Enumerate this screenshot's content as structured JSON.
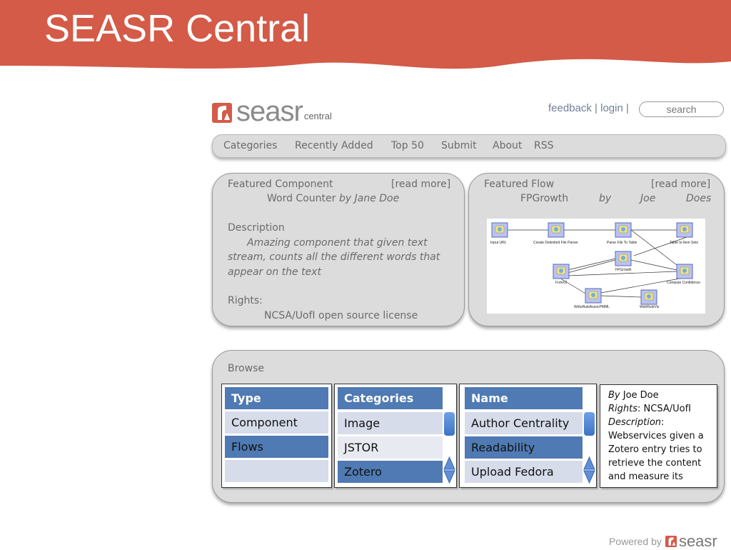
{
  "slide": {
    "title": "SEASR Central"
  },
  "brand": {
    "colors": {
      "banner": "#d35b48",
      "accent": "#4f7ab3",
      "panel": "#dcdcdc"
    },
    "wordmark": "seasr",
    "subtitle": "central"
  },
  "toplinks": {
    "feedback": "feedback",
    "sep1": " | ",
    "login": "login",
    "sep2": " |"
  },
  "search": {
    "placeholder": "search"
  },
  "nav": {
    "categories": "Categories",
    "recent": "Recently Added",
    "top50": "Top 50",
    "submit": "Submit",
    "about": "About",
    "rss": "RSS"
  },
  "featured_component": {
    "heading": "Featured Component",
    "read_more": "[read more]",
    "name": "Word Counter",
    "by": "by Jane Doe",
    "description_label": "Description",
    "description": [
      "Amazing component that given text",
      "stream, counts all the different words that",
      "appear on the text"
    ],
    "rights_label": "Rights:",
    "rights": "NCSA/UofI open source license"
  },
  "featured_flow": {
    "heading": "Featured Flow",
    "read_more": "[read more]",
    "name": "FPGrowth",
    "by_word": "by",
    "author_first": "Joe",
    "author_last": "Does",
    "nodes": {
      "input_url": "Input URL",
      "create_parser": "Create Delimited File Parser",
      "parse_table": "Parse File To Table",
      "table_sets": "Table to Item Sets",
      "fpgrowth": "FPGrowth",
      "forkx2": "ForkX2",
      "confidence": "Compute Confidence",
      "write_rule": "WriteRuleAssocPMML",
      "webrule": "WebRuleVis"
    }
  },
  "browse": {
    "label": "Browse",
    "type": {
      "header": "Type",
      "items": [
        "Component",
        "Flows",
        ""
      ],
      "selected": 1
    },
    "categories": {
      "header": "Categories",
      "items": [
        "Image",
        "JSTOR",
        "Zotero"
      ],
      "selected": 2
    },
    "names": {
      "header": "Name",
      "items": [
        "Author Centrality",
        "Readability",
        "Upload Fedora"
      ],
      "selected": 1
    },
    "detail": {
      "by_label": "By",
      "by_value": " Joe Doe",
      "rights_label": "Rights",
      "rights_value": ": NCSA/UofI",
      "desc_label": "Description",
      "desc_colon": ":",
      "desc_lines": [
        "Webservices given a",
        "Zotero entry tries to",
        "retrieve the content",
        "and measure its"
      ]
    }
  },
  "footer": {
    "powered_by": "Powered by",
    "wordmark": "seasr"
  }
}
